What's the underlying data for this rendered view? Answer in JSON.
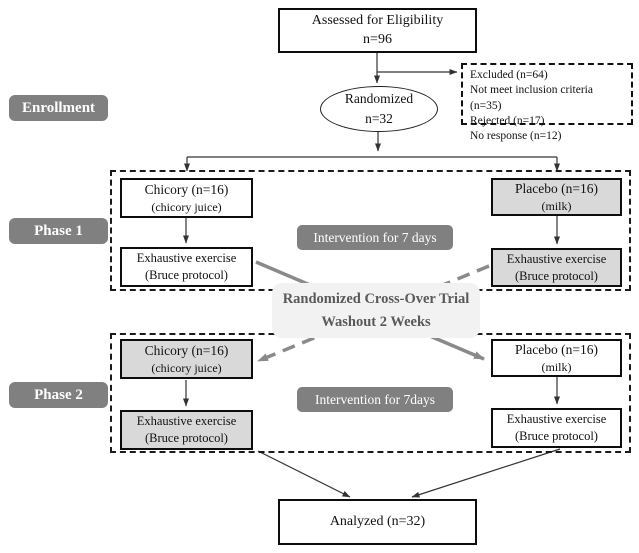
{
  "stage_labels": {
    "enrollment": "Enrollment",
    "phase1": "Phase 1",
    "phase2": "Phase 2"
  },
  "nodes": {
    "assessed": {
      "title": "Assessed for Eligibility",
      "n": "n=96"
    },
    "randomized": {
      "title": "Randomized",
      "n": "n=32"
    },
    "excluded": {
      "lines": [
        "Excluded (n=64)",
        "Not meet inclusion criteria (n=35)",
        "Rejected (n=17)",
        "No response (n=12)"
      ]
    },
    "analyzed": {
      "title": "Analyzed (n=32)"
    }
  },
  "phase1": {
    "chicory": {
      "title": "Chicory (n=16)",
      "sub": "(chicory juice)"
    },
    "placebo": {
      "title": "Placebo (n=16)",
      "sub": "(milk)"
    },
    "intervention": "Intervention for 7 days",
    "exercise_left": {
      "title": "Exhaustive exercise",
      "sub": "(Bruce protocol)"
    },
    "exercise_right": {
      "title": "Exhaustive exercise",
      "sub": "(Bruce protocol)"
    }
  },
  "washout": {
    "line1": "Randomized Cross-Over Trial",
    "line2": "Washout 2 Weeks"
  },
  "phase2": {
    "chicory": {
      "title": "Chicory  (n=16)",
      "sub": "(chicory juice)"
    },
    "placebo": {
      "title": "Placebo (n=16)",
      "sub": "(milk)"
    },
    "intervention": "Intervention for 7days",
    "exercise_left": {
      "title": "Exhaustive exercise",
      "sub": "(Bruce protocol)"
    },
    "exercise_right": {
      "title": "Exhaustive exercise",
      "sub": "(Bruce protocol)"
    }
  },
  "colors": {
    "stage_label_bg": "#808080",
    "shaded_box_bg": "#d9d9d9",
    "washout_bg": "#f2f2f2",
    "washout_text": "#595959",
    "crossover_arrow": "#8a8a8a",
    "line_black": "#333333"
  }
}
